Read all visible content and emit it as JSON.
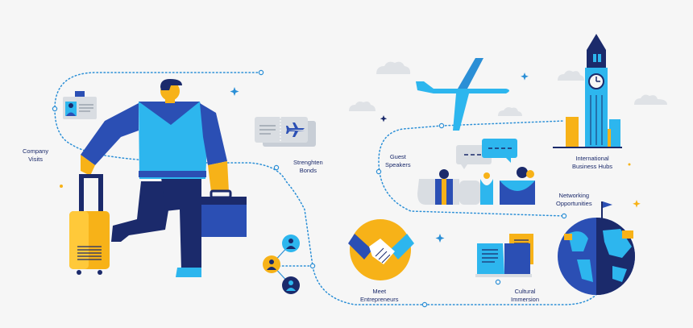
{
  "labels": {
    "company_visits": [
      "Company",
      "Visits"
    ],
    "strengthen_bonds": [
      "Strenghten",
      "Bonds"
    ],
    "guest_speakers": [
      "Guest",
      "Speakers"
    ],
    "international_business_hubs": [
      "International",
      "Business Hubs"
    ],
    "networking_opportunities": [
      "Networking",
      "Opportunities"
    ],
    "meet_entrepreneurs": [
      "Meet",
      "Entrepreneurs"
    ],
    "cultural_immersion": [
      "Cultural",
      "Immersion"
    ]
  },
  "colors": {
    "background": "#f6f6f6",
    "navy": "#1b2a6b",
    "royal_blue": "#2b4fb4",
    "sky_blue": "#2db6ee",
    "yellow": "#f7b218",
    "grey": "#d9dde2",
    "dotted_path": "#2b8fd6"
  },
  "icons": [
    "traveler-figure-icon",
    "suitcase-icon",
    "briefcase-icon",
    "id-badge-icon",
    "ticket-icon",
    "airplane-icon",
    "clock-tower-icon",
    "handshake-icon",
    "book-icon",
    "globe-icon",
    "speech-bubble-icon",
    "people-network-icon",
    "cloud-icon"
  ]
}
